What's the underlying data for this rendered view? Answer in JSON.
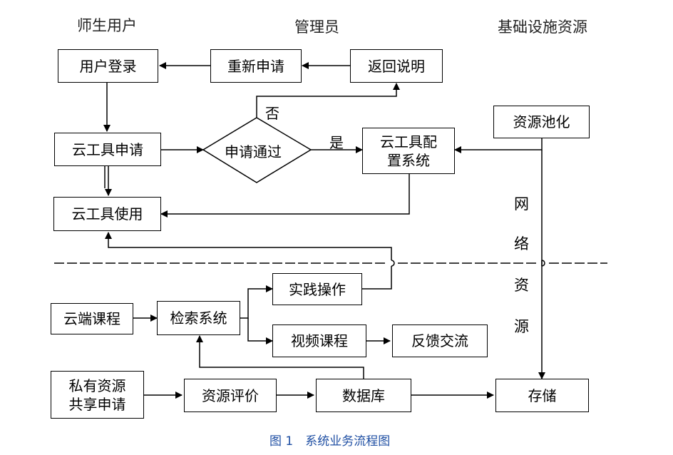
{
  "headers": {
    "students": "师生用户",
    "admin": "管理员",
    "infra": "基础设施资源"
  },
  "boxes": {
    "login": "用户登录",
    "reapply": "重新申请",
    "return_note": "返回说明",
    "cloud_apply": "云工具申请",
    "decision": "申请通过",
    "config": "云工具配\n置系统",
    "pooling": "资源池化",
    "cloud_use": "云工具使用",
    "practice": "实践操作",
    "cloud_course": "云端课程",
    "search": "检索系统",
    "video": "视频课程",
    "feedback": "反馈交流",
    "private_share": "私有资源\n共享申请",
    "evaluate": "资源评价",
    "database": "数据库",
    "storage": "存储"
  },
  "labels": {
    "no": "否",
    "yes": "是",
    "network": [
      "网",
      "络",
      "资",
      "源"
    ]
  },
  "caption": "图 1　系统业务流程图"
}
